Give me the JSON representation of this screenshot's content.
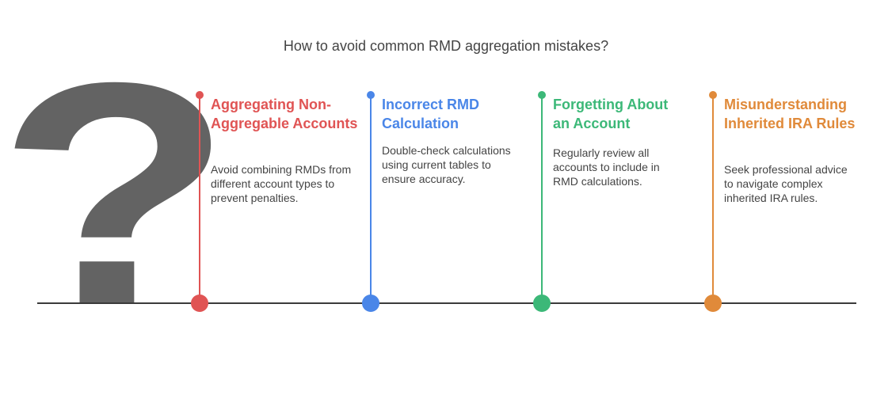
{
  "title": "How to avoid common RMD aggregation mistakes?",
  "icon": "question-mark",
  "steps": [
    {
      "heading": "Aggregating Non-Aggregable Accounts",
      "description": "Avoid combining RMDs from different account types to prevent penalties.",
      "color": "#e05454"
    },
    {
      "heading": "Incorrect RMD Calculation",
      "description": "Double-check calculations using current tables to ensure accuracy.",
      "color": "#4a86e8"
    },
    {
      "heading": "Forgetting About an Account",
      "description": "Regularly review all accounts to include in RMD calculations.",
      "color": "#3cb878"
    },
    {
      "heading": "Misunderstanding Inherited IRA Rules",
      "description": "Seek professional advice to navigate complex inherited IRA rules.",
      "color": "#e08a3a"
    }
  ]
}
